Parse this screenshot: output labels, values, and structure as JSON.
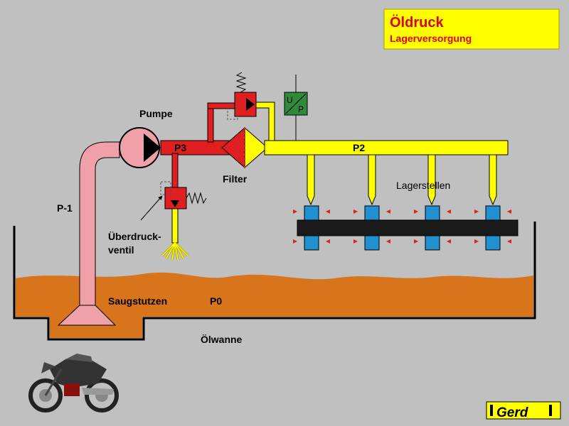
{
  "title_box": {
    "title": "Öldruck",
    "subtitle": "Lagerversorgung",
    "bg_color": "#ffff00",
    "text_color": "#e00000"
  },
  "labels": {
    "pump": "Pumpe",
    "p3": "P3",
    "p2": "P2",
    "p1": "P-1",
    "p0": "P0",
    "filter": "Filter",
    "bearings": "Lagerstellen",
    "relief_valve_line1": "Überdruck-",
    "relief_valve_line2": "ventil",
    "intake": "Saugstutzen",
    "oil_pan": "Ölwanne"
  },
  "sensor": {
    "top": "U",
    "bottom": "P"
  },
  "logo": {
    "text": "Gerd"
  },
  "icons": {
    "pump": "pump-icon",
    "filter": "filter-icon",
    "motorcycle": "motorcycle-icon",
    "pressure_switch": "pressure-switch-icon"
  },
  "colors": {
    "background": "#c0c0c0",
    "oil": "#d8741c",
    "high_pressure": "#e02020",
    "supply_line": "#ffff00",
    "suction_pipe": "#f0a0a8",
    "bearing": "#2090d0",
    "shaft": "#1a1a1a",
    "sensor": "#2f8a3a"
  }
}
